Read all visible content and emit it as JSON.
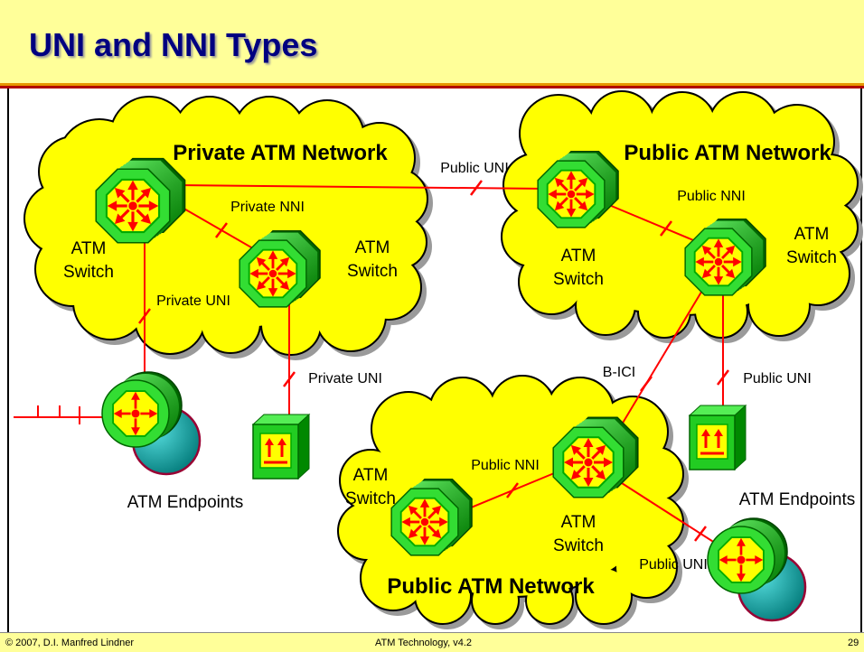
{
  "slide": {
    "title": "UNI and NNI Types",
    "footer": {
      "copyright": "© 2007, D.I. Manfred Lindner",
      "course": "ATM Technology, v4.2",
      "page_number": "29"
    }
  },
  "diagram": {
    "networks": {
      "private": "Private ATM Network",
      "public_top": "Public ATM Network",
      "public_bottom": "Public ATM Network"
    },
    "switches": [
      {
        "line1": "ATM",
        "line2": "Switch"
      },
      {
        "line1": "ATM",
        "line2": "Switch"
      },
      {
        "line1": "ATM",
        "line2": "Switch"
      },
      {
        "line1": "ATM",
        "line2": "Switch"
      },
      {
        "line1": "ATM",
        "line2": "Switch"
      },
      {
        "line1": "ATM",
        "line2": "Switch"
      }
    ],
    "links": {
      "public_uni_top": "Public UNI",
      "private_nni": "Private NNI",
      "private_uni_left": "Private UNI",
      "private_uni_mid": "Private UNI",
      "public_nni_top": "Public NNI",
      "b_ici": "B-ICI",
      "public_uni_right": "Public UNI",
      "public_nni_bottom": "Public NNI",
      "public_uni_bottom": "Public UNI"
    },
    "endpoints": {
      "left_label": "ATM Endpoints",
      "right_label": "ATM Endpoints"
    },
    "icons": {
      "switch": "atm-switch-icon",
      "round_endpoint": "endpoint-router-icon",
      "cube_endpoint": "endpoint-cube-icon"
    }
  },
  "colors": {
    "title_text": "#000080",
    "title_bar": "#FFFF99",
    "footer_bar": "#FFFF99",
    "cloud_fill": "#FFFF00",
    "link": "#FF0000",
    "device_green": "#33DD33",
    "device_face": "#FFFF00",
    "endpoint_teal": "#009999"
  }
}
